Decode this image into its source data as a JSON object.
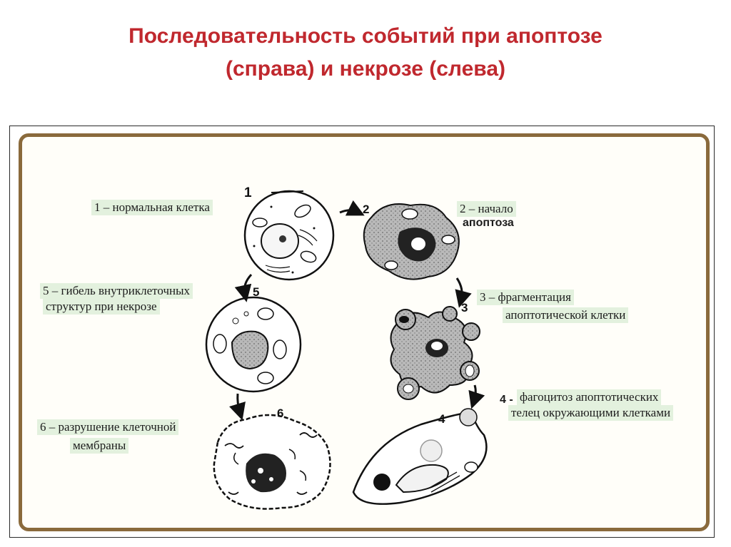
{
  "title": {
    "line1": "Последовательность событий при апоптозе",
    "line2": "(справа) и некрозе (слева)"
  },
  "labels": {
    "l1": "1 – нормальная клетка",
    "l2a": "2 – начало",
    "l2b": "апоптоза",
    "l3a": "3 – фрагментация",
    "l3b": "апоптотической клетки",
    "l4a": "фагоцитоз апоптотических",
    "l4b": "телец окружающими клетками",
    "l4num": "4 -",
    "l5a": "5 – гибель внутриклеточных",
    "l5b": "структур при некрозе",
    "l6a": "6 – разрушение клеточной",
    "l6b": "мембраны"
  },
  "stage_numbers": {
    "n1": "1",
    "n2": "2",
    "n3": "3",
    "n4": "4",
    "n5": "5",
    "n6": "6"
  },
  "colors": {
    "title": "#c0282e",
    "frame": "#8a6a3c",
    "label_highlight": "#e3f1de",
    "cell_gray": "#b8b8b8"
  }
}
